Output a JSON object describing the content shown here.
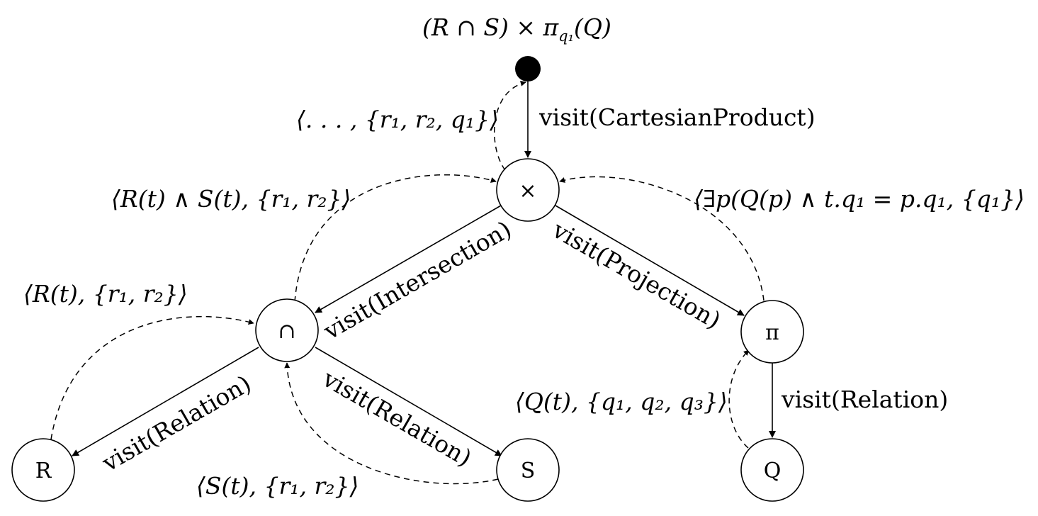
{
  "root_expression": "(R ∩ S) × π",
  "root_expression_sub": "q₁",
  "root_expression_tail": "(Q)",
  "nodes": {
    "product": "×",
    "intersection": "∩",
    "projection": "π",
    "r": "R",
    "s": "S",
    "q": "Q"
  },
  "edge_labels": {
    "root_to_product": "visit(CartesianProduct)",
    "product_to_intersection": "visit(Intersection)",
    "product_to_projection": "visit(Projection)",
    "intersection_to_r": "visit(Relation)",
    "intersection_to_s": "visit(Relation)",
    "projection_to_q": "visit(Relation)"
  },
  "return_labels": {
    "product_to_root": "⟨. . . , {r₁, r₂, q₁}⟩",
    "intersection_to_product": "⟨R(t) ∧ S(t), {r₁, r₂}⟩",
    "projection_to_product": "⟨∃p(Q(p) ∧ t.q₁ = p.q₁, {q₁}⟩",
    "r_to_intersection": "⟨R(t), {r₁, r₂}⟩",
    "s_to_intersection": "⟨S(t), {r₁, r₂}⟩",
    "q_to_projection": "⟨Q(t), {q₁, q₂, q₃}⟩"
  }
}
